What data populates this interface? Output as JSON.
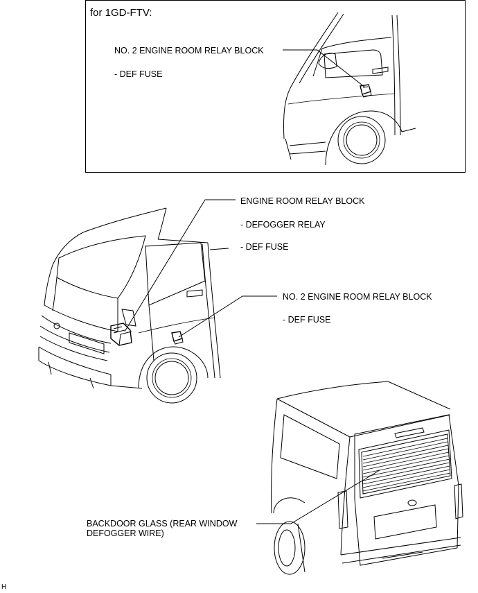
{
  "inset": {
    "title": "for 1GD-FTV:",
    "relay_block_label": "NO. 2 ENGINE ROOM RELAY BLOCK",
    "fuse_label": "- DEF FUSE"
  },
  "front_view": {
    "engine_room_relay_block": "ENGINE ROOM RELAY BLOCK",
    "defogger_relay": "- DEFOGGER RELAY",
    "def_fuse": "- DEF FUSE",
    "no2_relay_block": "NO. 2 ENGINE ROOM RELAY BLOCK",
    "no2_def_fuse": "- DEF FUSE"
  },
  "rear_view": {
    "backdoor_glass": "BACKDOOR GLASS (REAR WINDOW DEFOGGER WIRE)"
  },
  "footer": {
    "code": "H"
  }
}
